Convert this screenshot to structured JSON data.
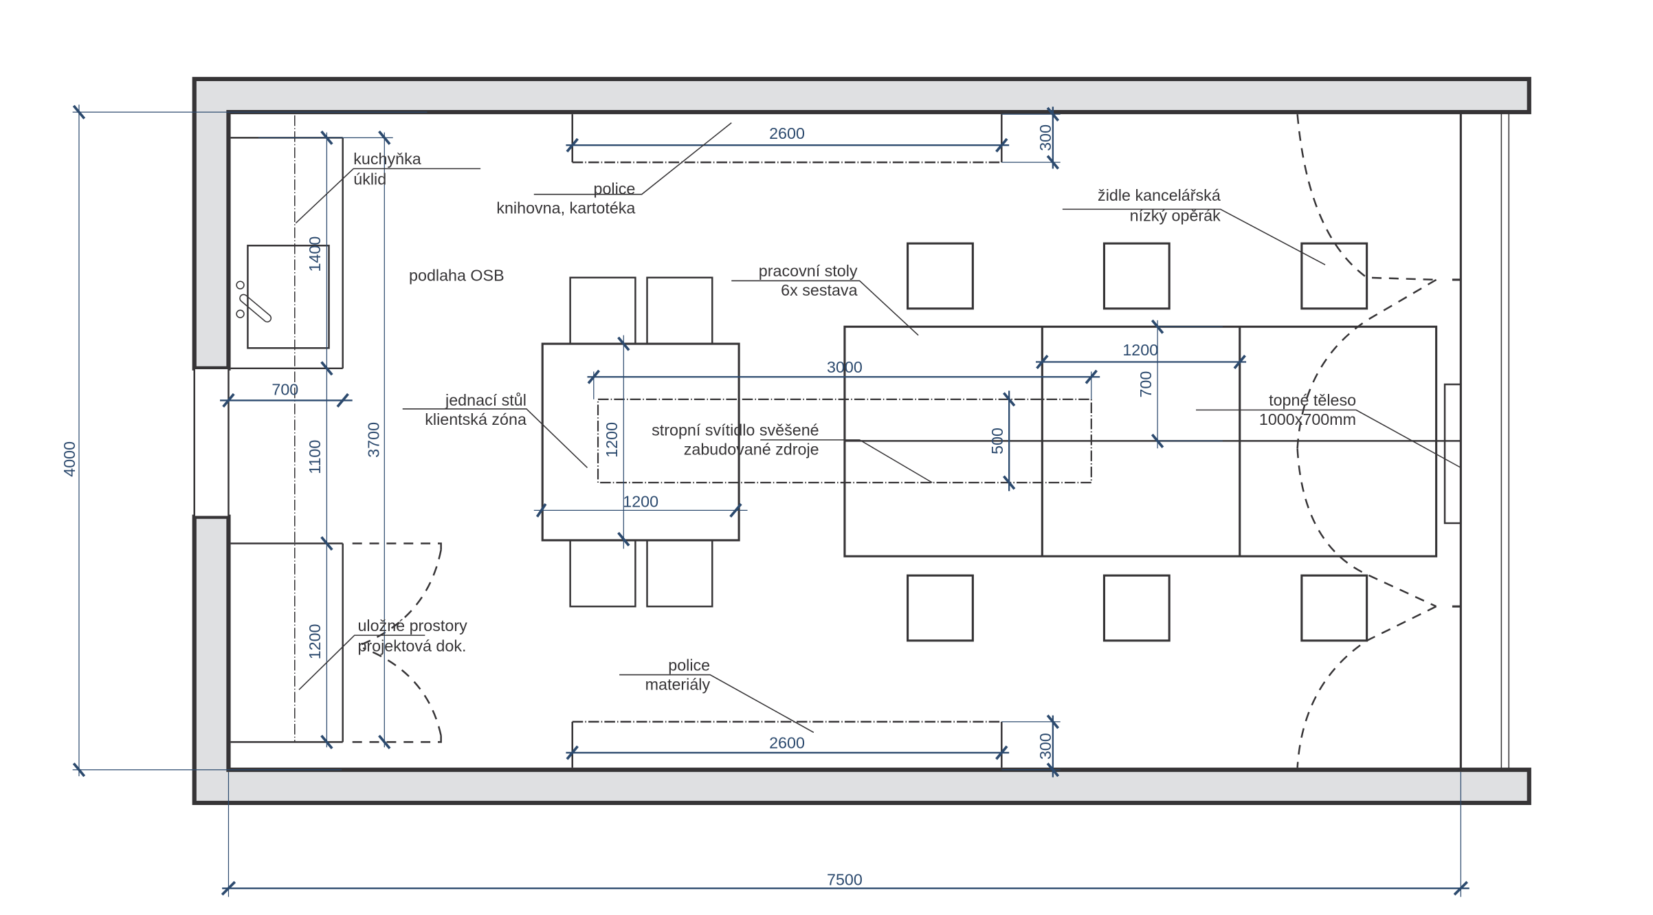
{
  "colors": {
    "wall_fill": "#dfe0e2",
    "line": "#363436",
    "dimension": "#2c4a6e",
    "background": "#ffffff"
  },
  "labels": {
    "kitchen": [
      "kuchyňka",
      "úklid"
    ],
    "shelf_top": [
      "police",
      "knihovna, kartotéka"
    ],
    "floor": "podlaha OSB",
    "desks": [
      "pracovní stoly",
      "6x sestava"
    ],
    "chair": [
      "židle kancelářská",
      "nízký opěrák"
    ],
    "meeting_table": [
      "jednací stůl",
      "klientská zóna"
    ],
    "lamp": [
      "stropní svítidlo svěšené",
      "zabudované zdroje"
    ],
    "radiator": [
      "topné těleso",
      "1000x700mm"
    ],
    "storage": [
      "uložné prostory",
      "projektová dok."
    ],
    "shelf_bottom": [
      "police",
      "materiály"
    ]
  },
  "dimensions": {
    "room_width": "7500",
    "room_depth": "4000",
    "shelf_top_length": "2600",
    "shelf_top_depth": "300",
    "shelf_bottom_length": "2600",
    "shelf_bottom_depth": "300",
    "kitchen_length": "1400",
    "kitchen_depth": "700",
    "gap": "1100",
    "storage_length": "1200",
    "cabinet_run": "3700",
    "lamp_length": "3000",
    "lamp_width": "500",
    "table_width": "1200",
    "table_depth": "1200",
    "desk_width": "1200",
    "desk_depth": "700"
  }
}
